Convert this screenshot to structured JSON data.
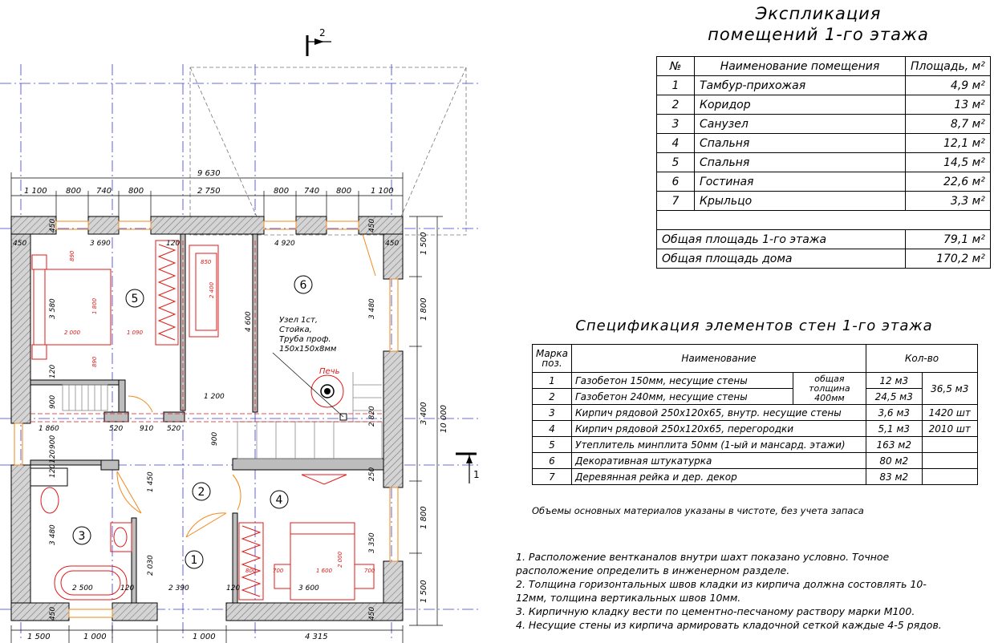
{
  "explication": {
    "title_line1": "Экспликация",
    "title_line2": "помещений 1-го этажа",
    "header": {
      "num": "№",
      "name": "Наименование помещения",
      "area": "Площадь, м²"
    },
    "rows": [
      {
        "num": "1",
        "name": "Тамбур-прихожая",
        "area": "4,9 м²"
      },
      {
        "num": "2",
        "name": "Коридор",
        "area": "13 м²"
      },
      {
        "num": "3",
        "name": "Санузел",
        "area": "8,7 м²"
      },
      {
        "num": "4",
        "name": "Спальня",
        "area": "12,1 м²"
      },
      {
        "num": "5",
        "name": "Спальня",
        "area": "14,5 м²"
      },
      {
        "num": "6",
        "name": "Гостиная",
        "area": "22,6 м²"
      },
      {
        "num": "7",
        "name": "Крыльцо",
        "area": "3,3 м²"
      }
    ],
    "total_floor_label": "Общая площадь 1-го этажа",
    "total_floor_value": "79,1 м²",
    "total_house_label": "Общая площадь дома",
    "total_house_value": "170,2 м²"
  },
  "spec": {
    "title": "Спецификация элементов стен 1-го этажа",
    "header": {
      "pos": "Марка поз.",
      "name": "Наименование",
      "qty": "Кол-во"
    },
    "rows": [
      {
        "pos": "1",
        "name": "Газобетон 150мм, несущие стены",
        "q1": "12 м3"
      },
      {
        "pos": "2",
        "name": "Газобетон 240мм, несущие стены",
        "q1": "24,5 м3"
      },
      {
        "pos": "3",
        "name": "Кирпич рядовой 250х120х65, внутр. несущие стены",
        "q1": "3,6 м3",
        "q2": "1420 шт"
      },
      {
        "pos": "4",
        "name": "Кирпич рядовой 250х120х65, перегородки",
        "q1": "5,1 м3",
        "q2": "2010 шт"
      },
      {
        "pos": "5",
        "name": "Утеплитель минплита 50мм (1-ый и мансард. этажи)",
        "q1": "163 м2"
      },
      {
        "pos": "6",
        "name": "Декоративная штукатурка",
        "q1": "80 м2"
      },
      {
        "pos": "7",
        "name": "Деревянная рейка и дер. декор",
        "q1": "83 м2"
      }
    ],
    "merged_note": "общая толщина 400мм",
    "merged_total": "36,5 м3",
    "footnote": "Объемы основных материалов указаны в чистоте, без учета запаса"
  },
  "notes": [
    "1. Расположение вентканалов внутри шахт показано условно. Точное",
    "расположение определить в инженерном разделе.",
    "2. Толщина горизонтальных швов кладки из кирпича должна состовлять 10-",
    "12мм, толщина вертикальных швов 10мм.",
    "3. Кирпичную кладку вести по цементно-песчаному раствору марки М100.",
    "4. Несущие стены из кирпича армировать кладочной сеткой каждые 4-5 рядов."
  ],
  "plan": {
    "room_numbers": [
      "5",
      "6",
      "3",
      "2",
      "4",
      "1"
    ],
    "section_marks": [
      "2",
      "1"
    ],
    "pipe_note": [
      "Узел 1ст,",
      "Стойка,",
      "Труба проф.",
      "150х150х8мм"
    ],
    "stove_label": "Печь",
    "dims_top_total": "9 630",
    "dims_top": [
      "1 100",
      "800",
      "740",
      "800",
      "2 750",
      "800",
      "740",
      "800",
      "1 100"
    ],
    "dims_right": [
      "1 500",
      "1 800",
      "3 400",
      "1 800",
      "1 500"
    ],
    "dims_right_total": "10 000",
    "dims_bottom": [
      "1 500",
      "1 000",
      "1 000",
      "4 315"
    ],
    "inner_dims": [
      "3 690",
      "4 920",
      "120",
      "3 580",
      "120",
      "900",
      "120",
      "900",
      "120",
      "3 480",
      "4 600",
      "3 480",
      "2 820",
      "1 200",
      "1 860",
      "520",
      "910",
      "520",
      "900",
      "1 450",
      "2 030",
      "2 390",
      "2 500",
      "120",
      "3 600",
      "3 350",
      "250",
      "450",
      "450",
      "450",
      "450",
      "450",
      "450",
      "120"
    ],
    "furniture_dims": [
      "1 800",
      "2 000",
      "1 090",
      "850",
      "2 400",
      "890",
      "890",
      "1 600",
      "700",
      "700",
      "2 000",
      "800"
    ],
    "colors": {
      "axis": "#3b3bd8",
      "wall_fill": "#cfcfcf",
      "red": "#e01818",
      "orange": "#f08a1c",
      "grey": "#8a8a8a"
    }
  }
}
